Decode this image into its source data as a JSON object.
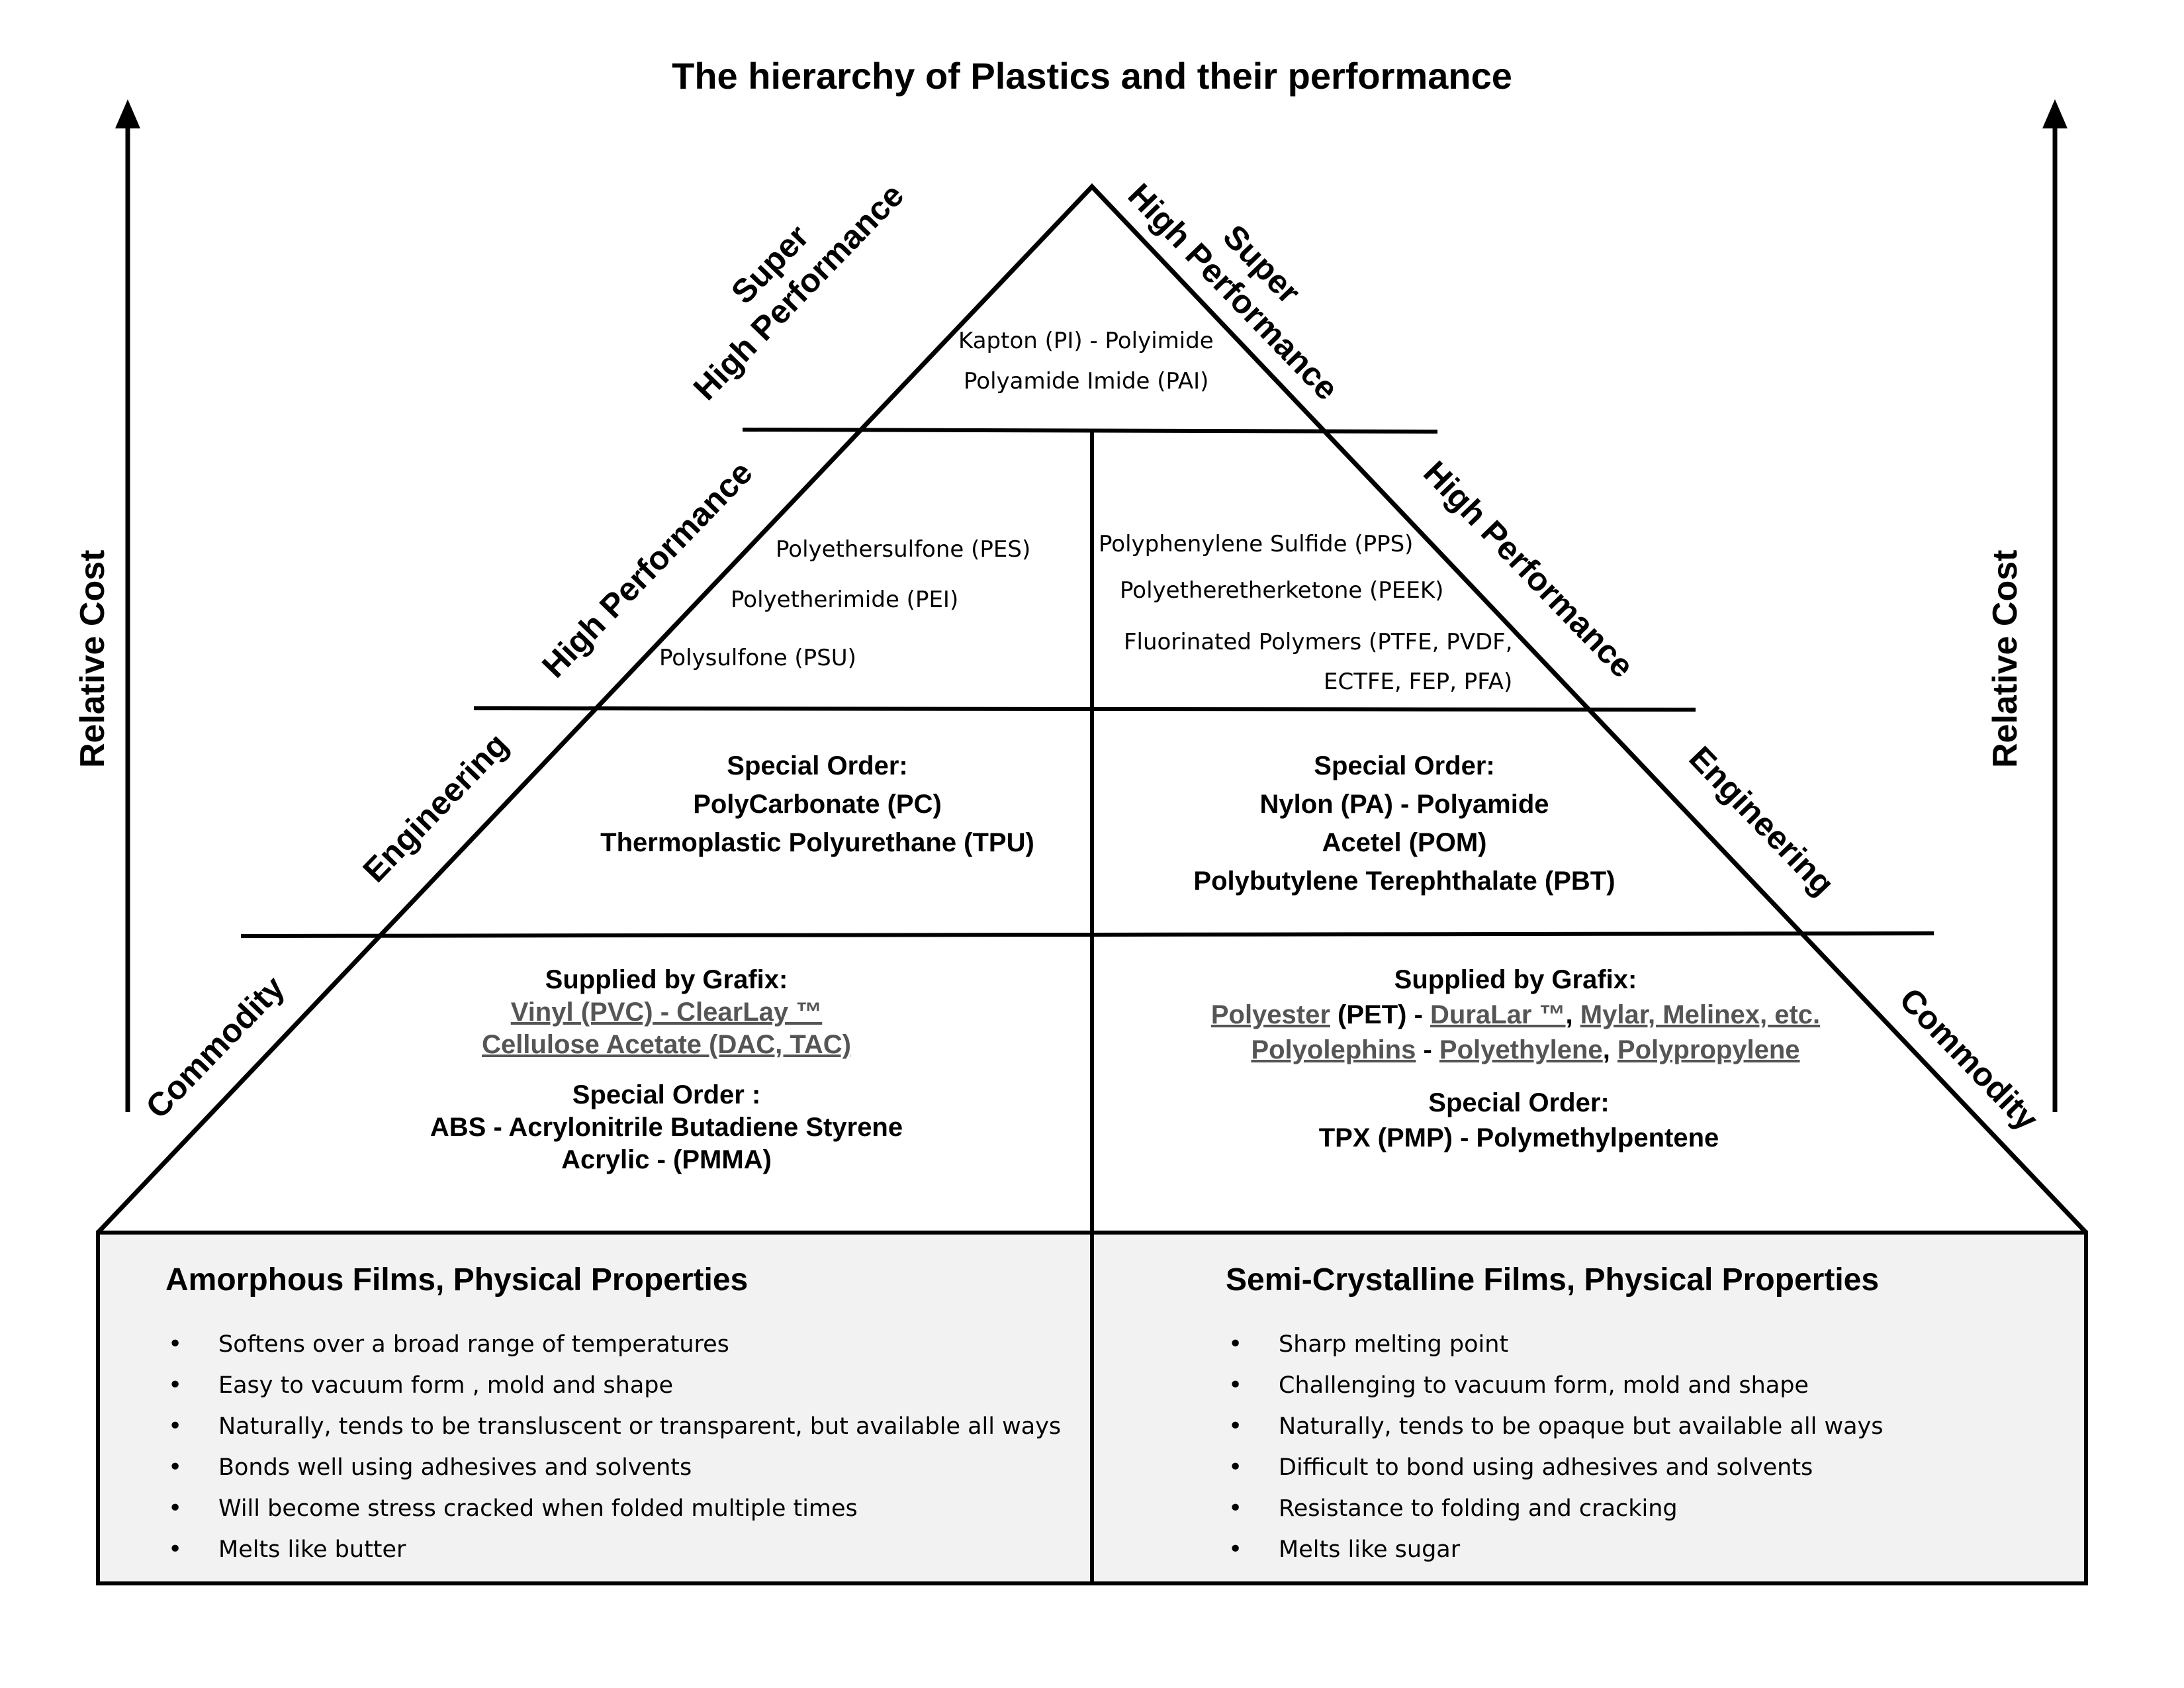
{
  "title": "The hierarchy of Plastics and their performance",
  "axis": {
    "left": "Relative Cost",
    "right": "Relative Cost"
  },
  "zones": {
    "super_high_left": [
      "Super",
      "High Performance"
    ],
    "super_high_right": [
      "Super",
      "High Performance"
    ],
    "high_left": "High Performance",
    "high_right": "High Performance",
    "engineering_left": "Engineering",
    "engineering_right": "Engineering",
    "commodity_left": "Commodity",
    "commodity_right": "Commodity"
  },
  "super_high_materials": [
    "Kapton (PI) - Polyimide",
    "Polyamide Imide (PAI)"
  ],
  "high_performance": {
    "left": [
      "Polyethersulfone (PES)",
      "Polyetherimide (PEI)",
      "Polysulfone (PSU)"
    ],
    "right": [
      "Polyphenylene Sulfide (PPS)",
      "Polyetheretherketone (PEEK)",
      "Fluorinated Polymers (PTFE, PVDF,",
      "ECTFE, FEP, PFA)"
    ]
  },
  "engineering": {
    "left": [
      "Special Order:",
      "PolyCarbonate (PC)",
      "Thermoplastic Polyurethane (TPU)"
    ],
    "right": [
      "Special Order:",
      "Nylon (PA) - Polyamide",
      "Acetel (POM)",
      "Polybutylene Terephthalate (PBT)"
    ]
  },
  "commodity": {
    "left": {
      "supplied_heading": "Supplied by Grafix:",
      "supplied_links": [
        "Vinyl (PVC) - ClearLay ™",
        "Cellulose Acetate (DAC, TAC)"
      ],
      "special_heading": "Special Order :",
      "special_items": [
        "ABS - Acrylonitrile Butadiene Styrene",
        "Acrylic -  (PMMA)"
      ]
    },
    "right": {
      "supplied_heading": "Supplied by Grafix:",
      "line1": {
        "polyester": "Polyester",
        "pet": " (PET) - ",
        "duralar": "DuraLar ™",
        "comma": ", ",
        "mylar": "Mylar, Melinex, etc."
      },
      "line2": {
        "polyolephins": "Polyolephins",
        "dash": " - ",
        "polyethylene": "Polyethylene",
        "comma": ", ",
        "polypropylene": "Polypropylene"
      },
      "special_heading": "Special Order:",
      "special_items": [
        "TPX (PMP) - Polymethylpentene"
      ]
    }
  },
  "properties": {
    "left": {
      "title": "Amorphous Films, Physical Properties",
      "items": [
        "Softens over a broad range of temperatures",
        "Easy to vacuum  form , mold and shape",
        "Naturally, tends to be transluscent or transparent, but available all ways",
        "Bonds well using adhesives and solvents",
        "Will become stress cracked when folded multiple times",
        "Melts like butter"
      ]
    },
    "right": {
      "title": "Semi-Crystalline Films, Physical Properties",
      "items": [
        "Sharp melting point",
        "Challenging to vacuum form, mold and shape",
        "Naturally, tends to be opaque but available all ways",
        "Difficult to bond using adhesives and solvents",
        "Resistance to folding and cracking",
        "Melts like sugar"
      ]
    }
  },
  "colors": {
    "line": "#000000",
    "panel_bg": "#f2f2f2",
    "link": "#555555"
  }
}
